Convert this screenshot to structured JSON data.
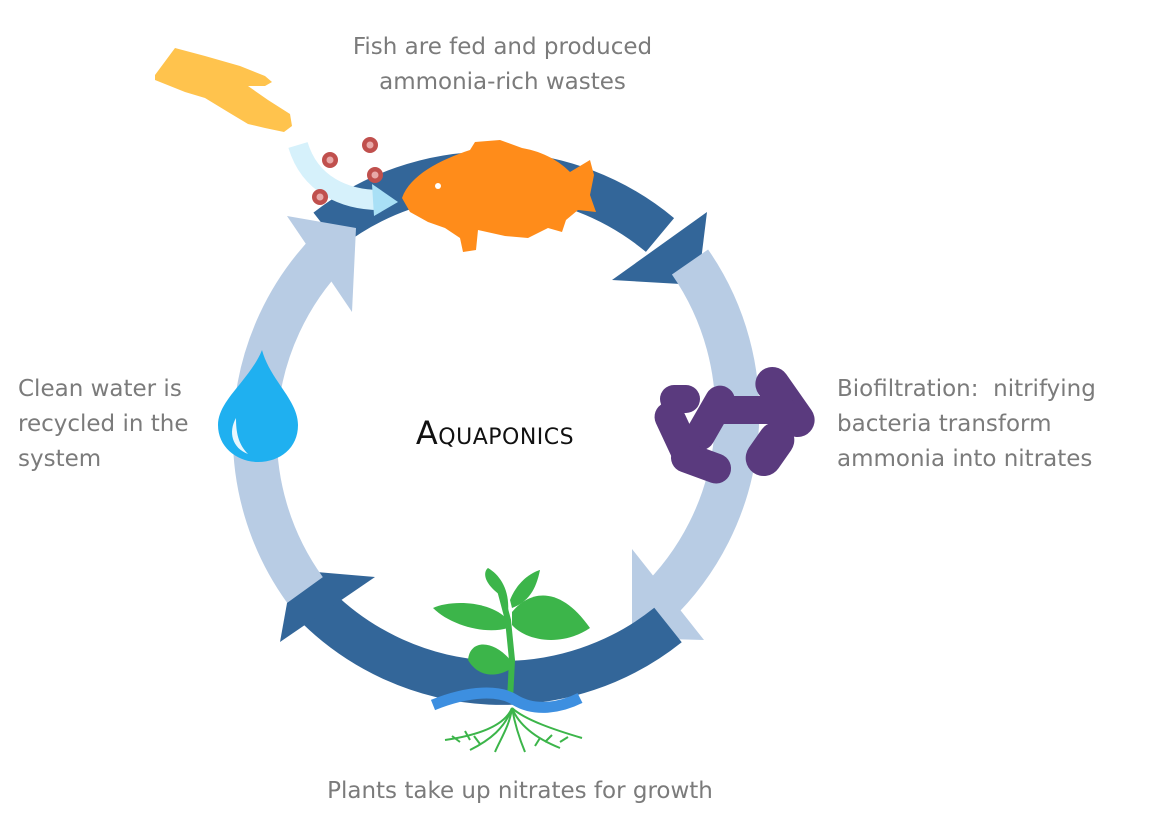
{
  "title": "Aquaponics",
  "stages": {
    "fish": {
      "lines": [
        "Fish are fed and produced",
        "ammonia-rich wastes"
      ],
      "icon": "fish-icon"
    },
    "biofiltration": {
      "lines": [
        "Biofiltration:  nitrifying",
        "bacteria transform",
        "ammonia into nitrates"
      ],
      "icon": "bacteria-icon"
    },
    "plants": {
      "lines": [
        "Plants take up nitrates for growth"
      ],
      "icon": "plant-icon"
    },
    "water": {
      "lines": [
        "Clean water is",
        "recycled in the",
        "system"
      ],
      "icon": "water-drop-icon"
    }
  },
  "colors": {
    "dark_arrow": "#336699",
    "light_arrow": "#b8cce4",
    "fish": "#ff8c1a",
    "bacteria": "#5a3a7e",
    "plant": "#3cb54a",
    "water_drop": "#1fb0f0",
    "hand": "#ffc34d",
    "water_strip": "#3d8fe0",
    "roots": "#3cb54a",
    "caption_text": "#7b7b7b"
  }
}
